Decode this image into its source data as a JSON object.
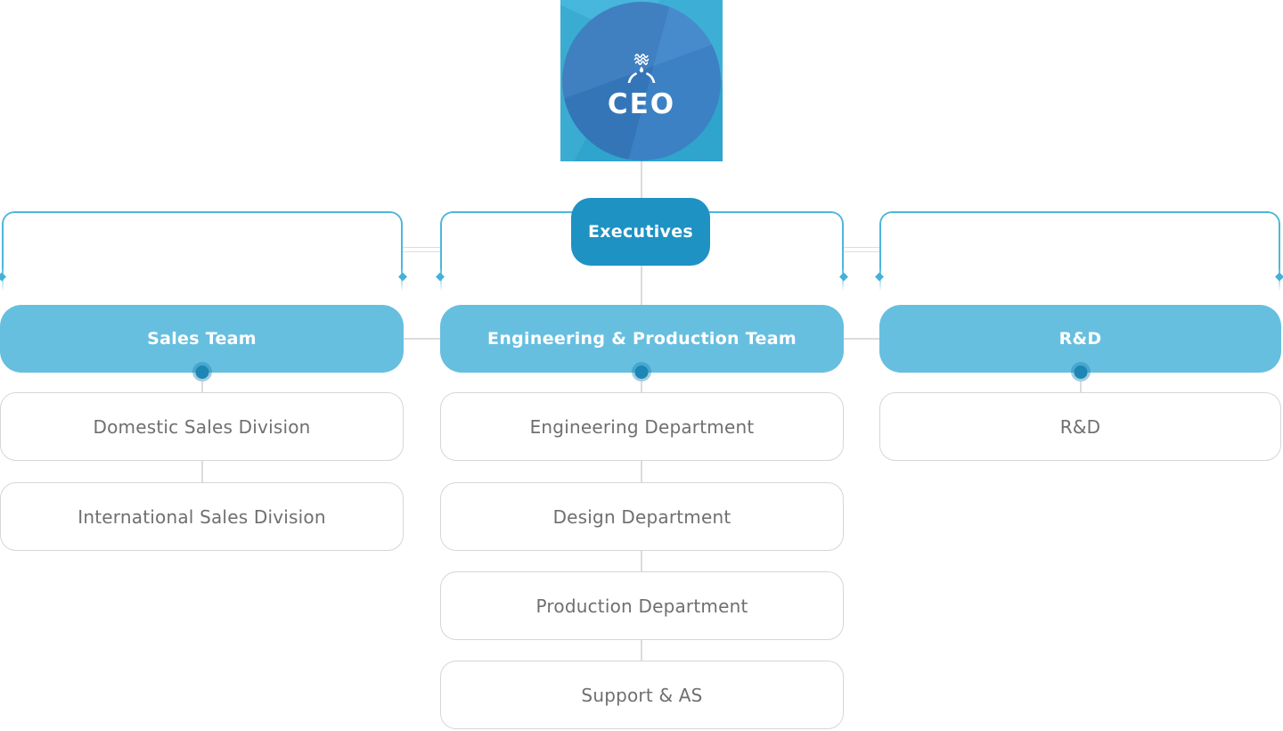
{
  "palette": {
    "tile_teal": "#36AED7",
    "circle_blue": "#3B80C4",
    "accent_dark_blue": "#1E92C2",
    "branch_bar_blue": "#67BFE0",
    "panel_border_blue": "#4DB6DB",
    "connector_gray": "#DCDCDC",
    "card_border_gray": "#D6D6D6",
    "card_text_gray": "#6F6F6F"
  },
  "root": {
    "label": "CEO",
    "logo_icon": "waves-droplet-logo"
  },
  "executives": {
    "label": "Executives"
  },
  "columns": [
    {
      "header": "Sales Team",
      "children": [
        "Domestic Sales Division",
        "International Sales Division"
      ]
    },
    {
      "header": "Engineering & Production Team",
      "children": [
        "Engineering Department",
        "Design Department",
        "Production Department",
        "Support & AS"
      ]
    },
    {
      "header": "R&D",
      "children": [
        "R&D"
      ]
    }
  ]
}
